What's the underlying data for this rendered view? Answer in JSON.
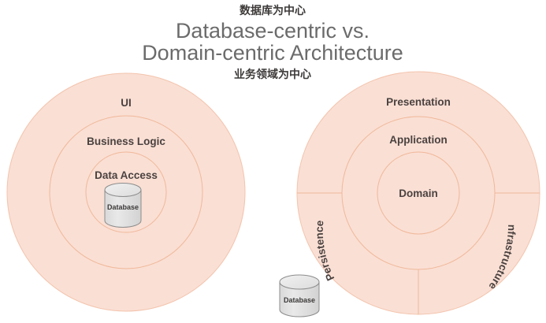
{
  "title": {
    "cn_top": "数据库为中心",
    "line1": "Database-centric vs.",
    "line2": "Domain-centric Architecture",
    "cn_bottom": "业务领域为中心"
  },
  "colors": {
    "ring_fill": "#fadfd4",
    "ring_stroke": "#f0b89a",
    "text": "#4a4240",
    "title_text": "#6b6b6b",
    "cylinder_fill": "#e2e2e2",
    "cylinder_stroke": "#8c8c8c",
    "background": "#ffffff"
  },
  "left_diagram": {
    "name": "Database-centric Architecture",
    "rings": [
      {
        "label": "UI"
      },
      {
        "label": "Business Logic"
      },
      {
        "label": "Data Access"
      }
    ],
    "cylinder": {
      "label": "Database"
    }
  },
  "right_diagram": {
    "name": "Domain-centric Architecture",
    "rings": [
      {
        "label": "Presentation"
      },
      {
        "label": "Application"
      },
      {
        "label": "Domain"
      }
    ],
    "outer_sectors": [
      {
        "label": "Persistence"
      },
      {
        "label": "Infrastructure"
      }
    ],
    "cylinder": {
      "label": "Database"
    }
  }
}
